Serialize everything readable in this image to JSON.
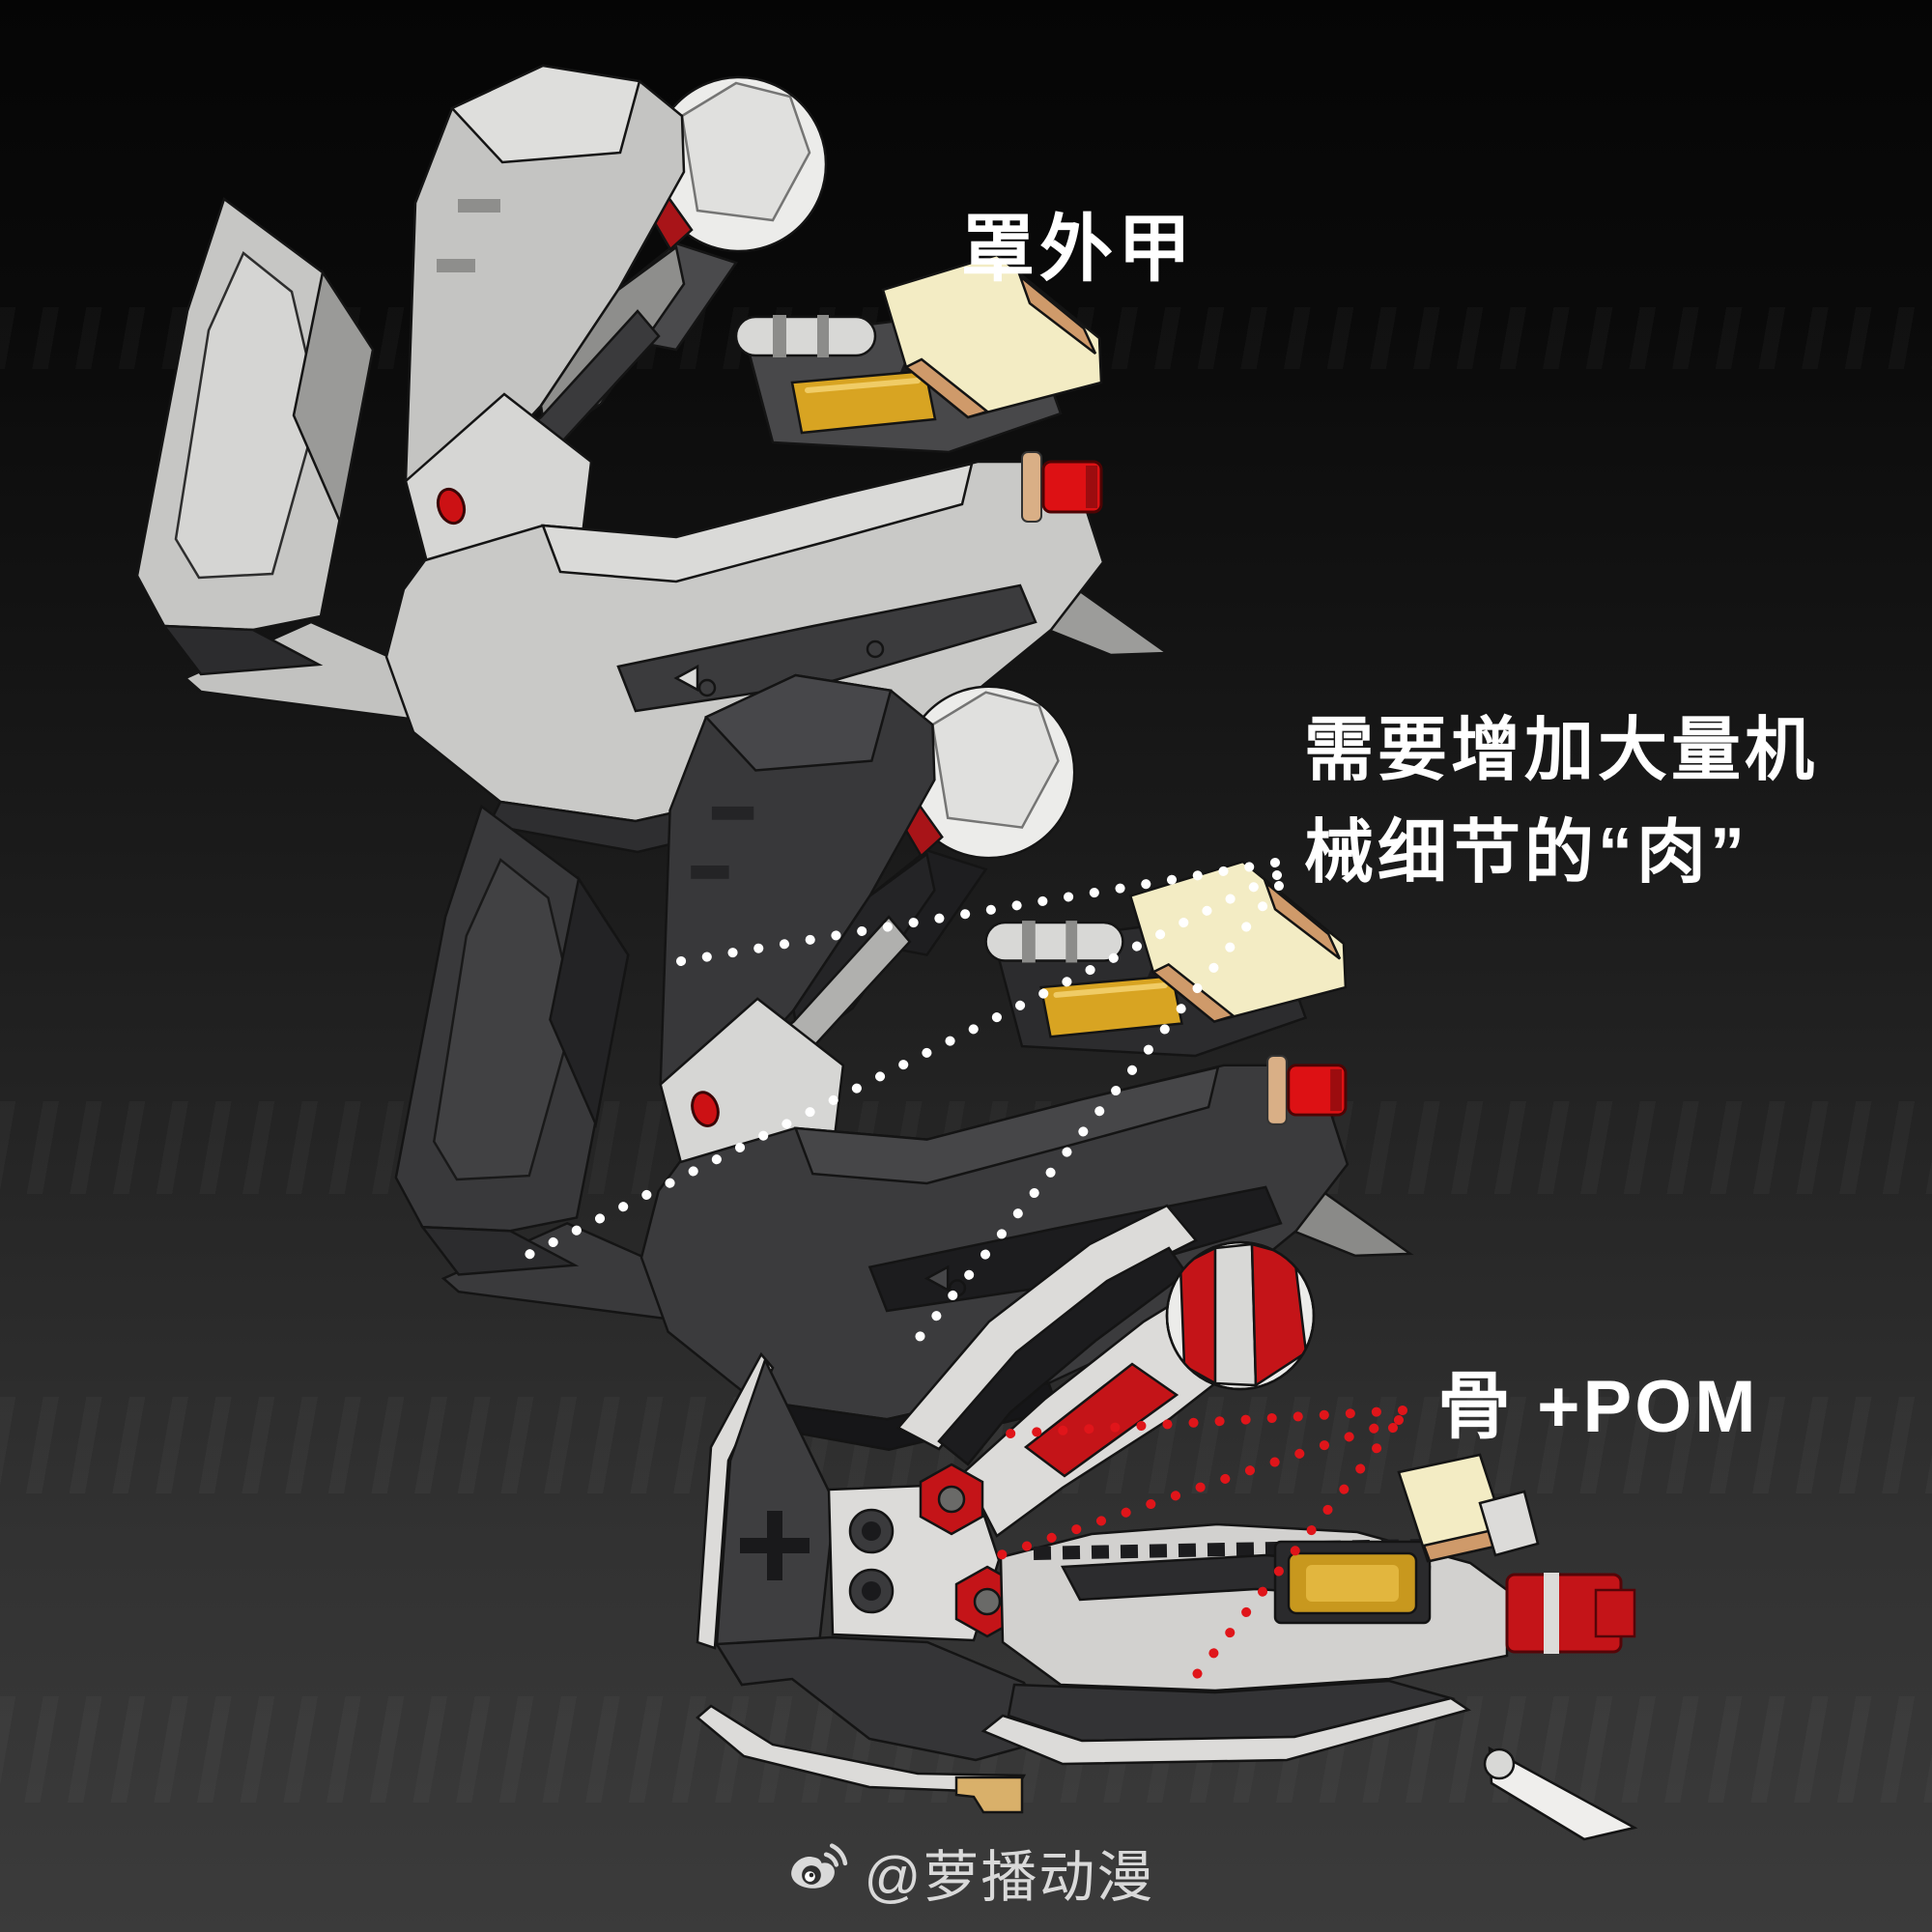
{
  "annotations": {
    "armor": {
      "label": "罩外甲"
    },
    "flesh": {
      "line1": "需要增加大量机",
      "line2": "械细节的“肉”"
    },
    "bone": {
      "label": "骨 +POM"
    }
  },
  "watermark": {
    "handle": "@萝播动漫",
    "icon": "weibo-icon"
  },
  "colors": {
    "bg_top": "#050505",
    "bg_bottom": "#3b3b3b",
    "label_text": "#ffffff",
    "dot_white": "#ffffff",
    "dot_red": "#e0151a",
    "armor_light": "#c9c9c7",
    "armor_dark": "#3b3b3d",
    "bone_white": "#dcdbd9",
    "joint_red": "#c41418",
    "eye_red": "#cc1114",
    "sphere_white": "#ececea",
    "yellow": "#d8a422",
    "cream": "#f3ecc4",
    "tan": "#cf9a6a",
    "nose_red": "#dd1114",
    "silver": "#d8d8d6",
    "gold_toe": "#d9b06a",
    "watermark_text": "#d9d9d9"
  }
}
